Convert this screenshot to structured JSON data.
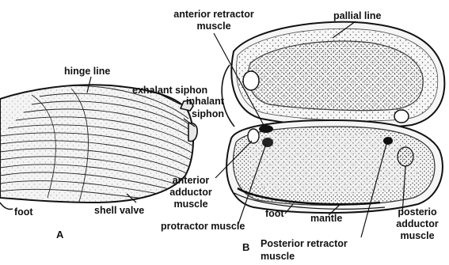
{
  "labels": {
    "hinge_line": "hinge line",
    "exhalant_siphon": "exhalant siphon",
    "inhalant_siphon_1": "inhalant",
    "inhalant_siphon_2": "siphon",
    "foot_a": "foot",
    "shell_valve": "shell valve",
    "figure_a": "A",
    "anterior_retractor_1": "anterior retractor",
    "anterior_retractor_2": "muscle",
    "pallial_line": "pallial line",
    "anterior_adductor_1": "anterior",
    "anterior_adductor_2": "adductor",
    "anterior_adductor_3": "muscle",
    "protractor_muscle": "protractor muscle",
    "foot_b": "foot",
    "mantle": "mantle",
    "posterior_adductor_1": "posterio",
    "posterior_adductor_2": "adductor",
    "posterior_adductor_3": "muscle",
    "figure_b": "B",
    "posterior_retractor_1": "Posterior retractor",
    "posterior_retractor_2": "muscle"
  }
}
